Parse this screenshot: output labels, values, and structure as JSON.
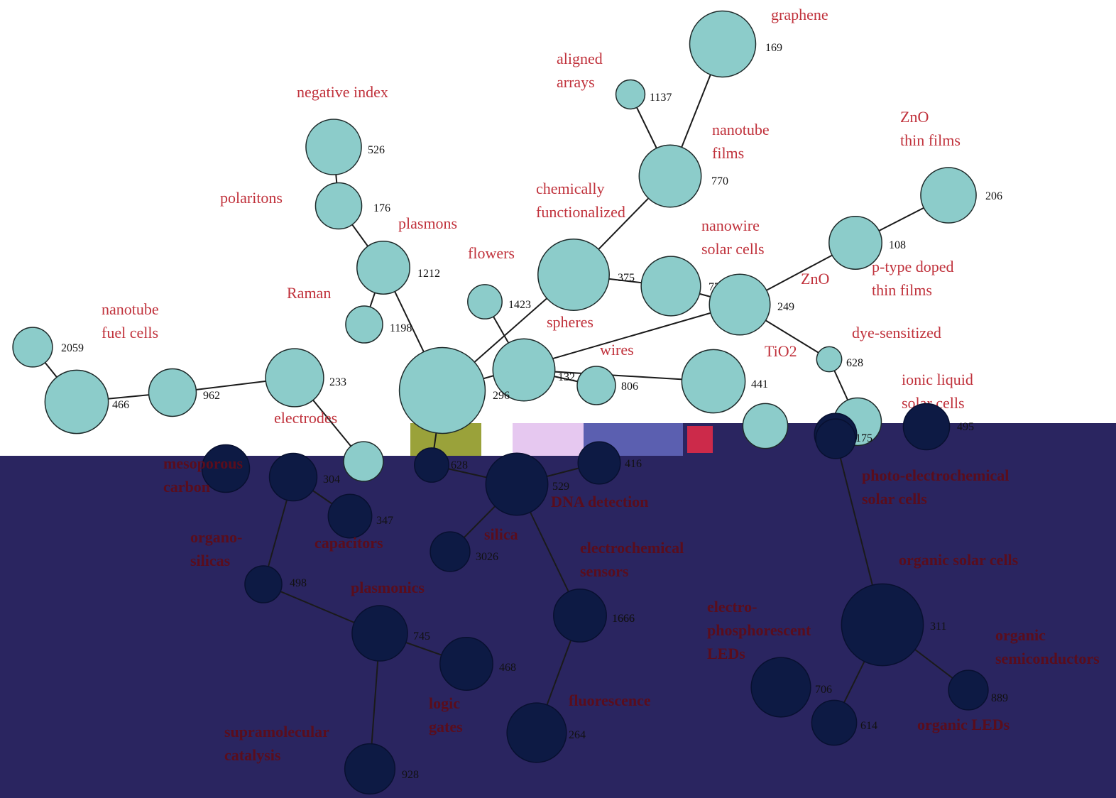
{
  "colors": {
    "node_fill": "#8cccca",
    "node_stroke": "#1e2a2a",
    "label_color": "#c0313b",
    "band_background": "#2a2560",
    "band_node_fill": "#0d1a44",
    "band_label_color": "#5a0d1c",
    "count_color": "#111111"
  },
  "nodes": [
    {
      "id": "graphene",
      "label": [
        "graphene"
      ],
      "count": "169",
      "r": 0.05
    },
    {
      "id": "aligned_arrays",
      "label": [
        "aligned",
        "arrays"
      ],
      "count": "1137",
      "r": 0.022
    },
    {
      "id": "nanotube_films",
      "label": [
        "nanotube",
        "films"
      ],
      "count": "770",
      "r": 0.047
    },
    {
      "id": "negative_index",
      "label": [
        "negative index"
      ],
      "count": "526",
      "r": 0.042
    },
    {
      "id": "polaritons",
      "label": [
        "polaritons"
      ],
      "count": "176",
      "r": 0.035
    },
    {
      "id": "plasmons",
      "label": [
        "plasmons"
      ],
      "count": "1212",
      "r": 0.04
    },
    {
      "id": "raman",
      "label": [
        "Raman"
      ],
      "count": "1198",
      "r": 0.028
    },
    {
      "id": "zno_thin_films",
      "label": [
        "ZnO",
        "thin films"
      ],
      "count": "206",
      "r": 0.042
    },
    {
      "id": "p_type",
      "label": [
        "p-type doped",
        "thin films"
      ],
      "count": "108",
      "r": 0.04
    },
    {
      "id": "chemically",
      "label": [
        "chemically",
        "functionalized"
      ],
      "count": "375",
      "r": 0.054
    },
    {
      "id": "flowers",
      "label": [
        "flowers"
      ],
      "count": "1423",
      "r": 0.026
    },
    {
      "id": "nanowire_solar",
      "label": [
        "nanowire",
        "solar cells"
      ],
      "count": "770",
      "r": 0.045
    },
    {
      "id": "zno",
      "label": [
        "ZnO"
      ],
      "count": "249",
      "r": 0.046
    },
    {
      "id": "spheres",
      "label": [
        "spheres"
      ],
      "count": "132",
      "r": 0.047
    },
    {
      "id": "wires",
      "label": [
        "wires"
      ],
      "count": "806",
      "r": 0.029
    },
    {
      "id": "tio2",
      "label": [
        "TiO2"
      ],
      "count": "441",
      "r": 0.048
    },
    {
      "id": "dye",
      "label": [
        "dye-sensitized"
      ],
      "count": "628",
      "r": 0.019
    },
    {
      "id": "nanotube_fuel",
      "label": [
        "nanotube",
        "fuel cells"
      ],
      "count": "2059",
      "r": 0.03
    },
    {
      "id": "n466",
      "label": [],
      "count": "466",
      "r": 0.048
    },
    {
      "id": "n962",
      "label": [],
      "count": "962",
      "r": 0.036
    },
    {
      "id": "n233",
      "label": [],
      "count": "233",
      "r": 0.044
    },
    {
      "id": "electrodes",
      "label": [
        "electrodes"
      ],
      "count": "",
      "r": 0.03
    },
    {
      "id": "big_center",
      "label": [],
      "count": "296",
      "r": 0.065
    },
    {
      "id": "ionic_liquid",
      "label": [
        "ionic liquid",
        "solar cells"
      ],
      "count": "",
      "r": 0.036
    },
    {
      "id": "n_tio2_low",
      "label": [],
      "count": "",
      "r": 0.034
    },
    {
      "id": "n175",
      "label": [],
      "count": "175",
      "r": 0.032
    },
    {
      "id": "n495",
      "label": [],
      "count": "495",
      "r": 0.035
    },
    {
      "id": "mesoporous",
      "label": [
        "mesoporous",
        "carbon"
      ],
      "count": "",
      "r": 0.036
    },
    {
      "id": "capacitors",
      "label": [
        "capacitors"
      ],
      "count": "347",
      "r": 0.033
    },
    {
      "id": "n304",
      "label": [],
      "count": "304",
      "r": 0.036
    },
    {
      "id": "organosilicas",
      "label": [
        "organo-",
        "silicas"
      ],
      "count": "",
      "r": 0.028
    },
    {
      "id": "n_b1",
      "label": [],
      "count": "",
      "r": 0.026
    },
    {
      "id": "dna",
      "label": [
        "DNA detection"
      ],
      "count": "",
      "r": 0.047
    },
    {
      "id": "n_b3",
      "label": [],
      "count": "416",
      "r": 0.032
    },
    {
      "id": "silica",
      "label": [
        "silica"
      ],
      "count": "3026",
      "r": 0.03
    },
    {
      "id": "electrochem_sensors",
      "label": [
        "electrochemical",
        "sensors"
      ],
      "count": "1666",
      "r": 0.04
    },
    {
      "id": "plasmonics",
      "label": [
        "plasmonics"
      ],
      "count": "",
      "r": 0.042
    },
    {
      "id": "logic_gates",
      "label": [
        "logic",
        "gates"
      ],
      "count": "",
      "r": 0.04
    },
    {
      "id": "supramolecular",
      "label": [
        "supramolecular",
        "catalysis"
      ],
      "count": "",
      "r": 0.038
    },
    {
      "id": "fluorescence",
      "label": [
        "fluorescence"
      ],
      "count": "",
      "r": 0.045
    },
    {
      "id": "photo_electro",
      "label": [
        "photo-electrochemical",
        "solar cells"
      ],
      "count": "",
      "r": 0.03
    },
    {
      "id": "organic_solar",
      "label": [
        "organic solar cells"
      ],
      "count": "",
      "r": 0.062
    },
    {
      "id": "electrophos",
      "label": [
        "electro-",
        "phosphorescent",
        "LEDs"
      ],
      "count": "",
      "r": 0.045
    },
    {
      "id": "n_b_d",
      "label": [],
      "count": "",
      "r": 0.034
    },
    {
      "id": "organic_semi",
      "label": [
        "organic",
        "semiconductors"
      ],
      "count": "",
      "r": 0.03
    },
    {
      "id": "organic_leds",
      "label": [
        "organic LEDs"
      ],
      "count": "",
      "r": 0.0
    }
  ],
  "edges": [
    [
      "graphene",
      "nanotube_films"
    ],
    [
      "aligned_arrays",
      "nanotube_films"
    ],
    [
      "nanotube_films",
      "chemically"
    ],
    [
      "negative_index",
      "polaritons"
    ],
    [
      "polaritons",
      "plasmons"
    ],
    [
      "plasmons",
      "raman"
    ],
    [
      "plasmons",
      "big_center"
    ],
    [
      "zno_thin_films",
      "p_type"
    ],
    [
      "p_type",
      "zno"
    ],
    [
      "chemically",
      "nanowire_solar"
    ],
    [
      "nanowire_solar",
      "zno"
    ],
    [
      "zno",
      "big_center"
    ],
    [
      "zno",
      "dye"
    ],
    [
      "flowers",
      "spheres"
    ],
    [
      "spheres",
      "wires"
    ],
    [
      "spheres",
      "tio2"
    ],
    [
      "chemically",
      "big_center"
    ],
    [
      "dye",
      "ionic_liquid"
    ],
    [
      "nanotube_fuel",
      "n466"
    ],
    [
      "n466",
      "n962"
    ],
    [
      "n962",
      "n233"
    ],
    [
      "n233",
      "electrodes"
    ],
    [
      "big_center",
      "n_b1"
    ],
    [
      "n304",
      "organosilicas"
    ],
    [
      "n304",
      "capacitors"
    ],
    [
      "organosilicas",
      "plasmonics"
    ],
    [
      "plasmonics",
      "logic_gates"
    ],
    [
      "plasmonics",
      "supramolecular"
    ],
    [
      "n_b1",
      "dna"
    ],
    [
      "dna",
      "n_b3"
    ],
    [
      "dna",
      "silica"
    ],
    [
      "dna",
      "electrochem_sensors"
    ],
    [
      "electrochem_sensors",
      "fluorescence"
    ],
    [
      "n175",
      "photo_electro"
    ],
    [
      "photo_electro",
      "organic_solar"
    ],
    [
      "organic_solar",
      "n_b_d"
    ],
    [
      "organic_solar",
      "organic_semi"
    ]
  ],
  "band_labels": {
    "mesoporous": [
      "mesoporous",
      "carbon"
    ],
    "capacitors": "capacitors",
    "organosilicas": [
      "organo-",
      "silicas"
    ],
    "plasmonics": "plasmonics",
    "logic_gates": [
      "logic",
      "gates"
    ],
    "supramolecular": [
      "supramolecular",
      "catalysis"
    ],
    "dna": "DNA detection",
    "silica": "silica",
    "electrochem": [
      "electrochemical",
      "sensors"
    ],
    "fluorescence": "fluorescence",
    "photo_electro": [
      "photo-electrochemical",
      "solar cells"
    ],
    "organic_solar": "organic solar cells",
    "electrophos": [
      "electro-",
      "phosphorescent",
      "LEDs"
    ],
    "organic_semi": [
      "organic",
      "semiconductors"
    ],
    "organic_leds": "organic LEDs"
  },
  "band_counts": {
    "n304": "304",
    "capacitors": "347",
    "organosilicas": "498",
    "n_b1": "628",
    "dna": "529",
    "n_b3": "416",
    "silica": "3026",
    "electrochem": "1666",
    "plasmonics": "745",
    "logic": "468",
    "fluorescence": "264",
    "supramolecular": "928",
    "organic_solar": "311",
    "electrophos": "706",
    "n_b_d": "614",
    "organic_semi": "889",
    "n175": "175",
    "n495": "495"
  }
}
